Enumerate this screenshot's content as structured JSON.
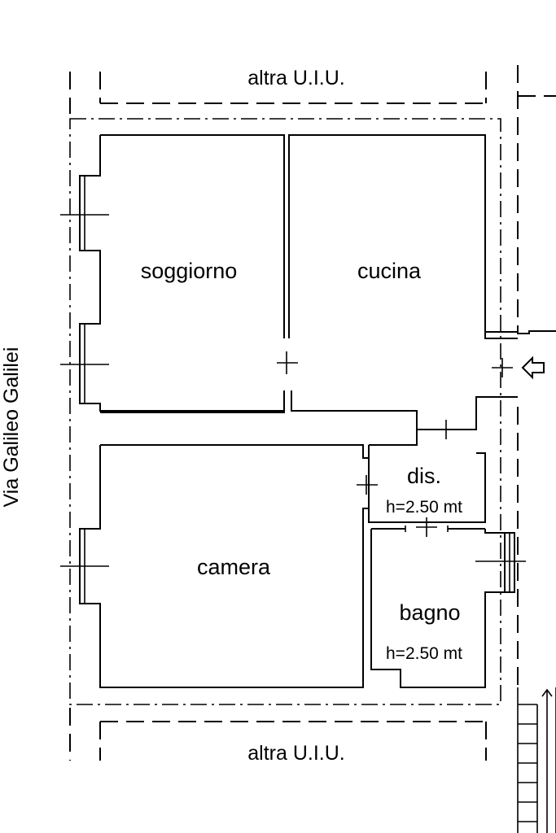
{
  "labels": {
    "top_neighbor": "altra U.I.U.",
    "bottom_neighbor": "altra U.I.U.",
    "street": "Via Galileo Galilei",
    "room_living": "soggiorno",
    "room_kitchen": "cucina",
    "room_bedroom": "camera",
    "room_hall": "dis.",
    "hall_height": "h=2.50 mt",
    "room_bath": "bagno",
    "bath_height": "h=2.50 mt"
  }
}
